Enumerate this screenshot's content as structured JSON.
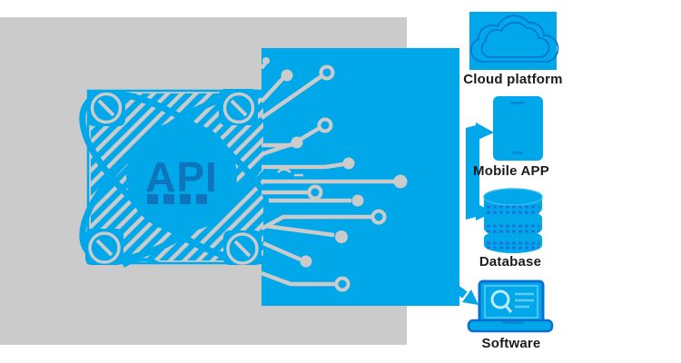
{
  "diagram": {
    "chip_label": "API",
    "nodes": [
      {
        "label": "Cloud platform",
        "icon": "cloud-icon"
      },
      {
        "label": "Mobile APP",
        "icon": "smartphone-icon"
      },
      {
        "label": "Database",
        "icon": "database-icon"
      },
      {
        "label": "Software",
        "icon": "laptop-icon"
      }
    ],
    "colors": {
      "primary_blue": "#00A7E9",
      "accent_dark_blue": "#0E74BC",
      "icon_outline_blue": "#0B6FD0",
      "panel_gray": "#CBCBCB",
      "label_text": "#1B1B1B"
    }
  }
}
